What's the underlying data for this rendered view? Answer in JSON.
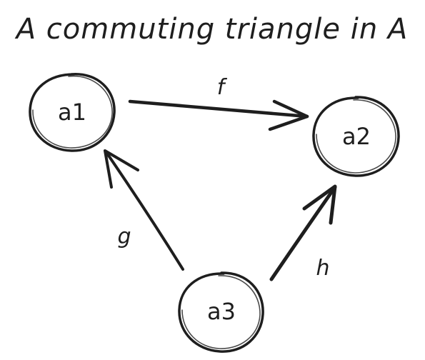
{
  "title": "A commuting triangle in A",
  "nodes": [
    {
      "id": "a1",
      "label": "a1"
    },
    {
      "id": "a2",
      "label": "a2"
    },
    {
      "id": "a3",
      "label": "a3"
    }
  ],
  "edges": [
    {
      "id": "f",
      "label": "f",
      "from": "a1",
      "to": "a2"
    },
    {
      "id": "g",
      "label": "g",
      "from": "a3",
      "to": "a1"
    },
    {
      "id": "h",
      "label": "h",
      "from": "a3",
      "to": "a2"
    }
  ],
  "colors": {
    "ink": "#1e1e1e",
    "background": "#ffffff"
  }
}
